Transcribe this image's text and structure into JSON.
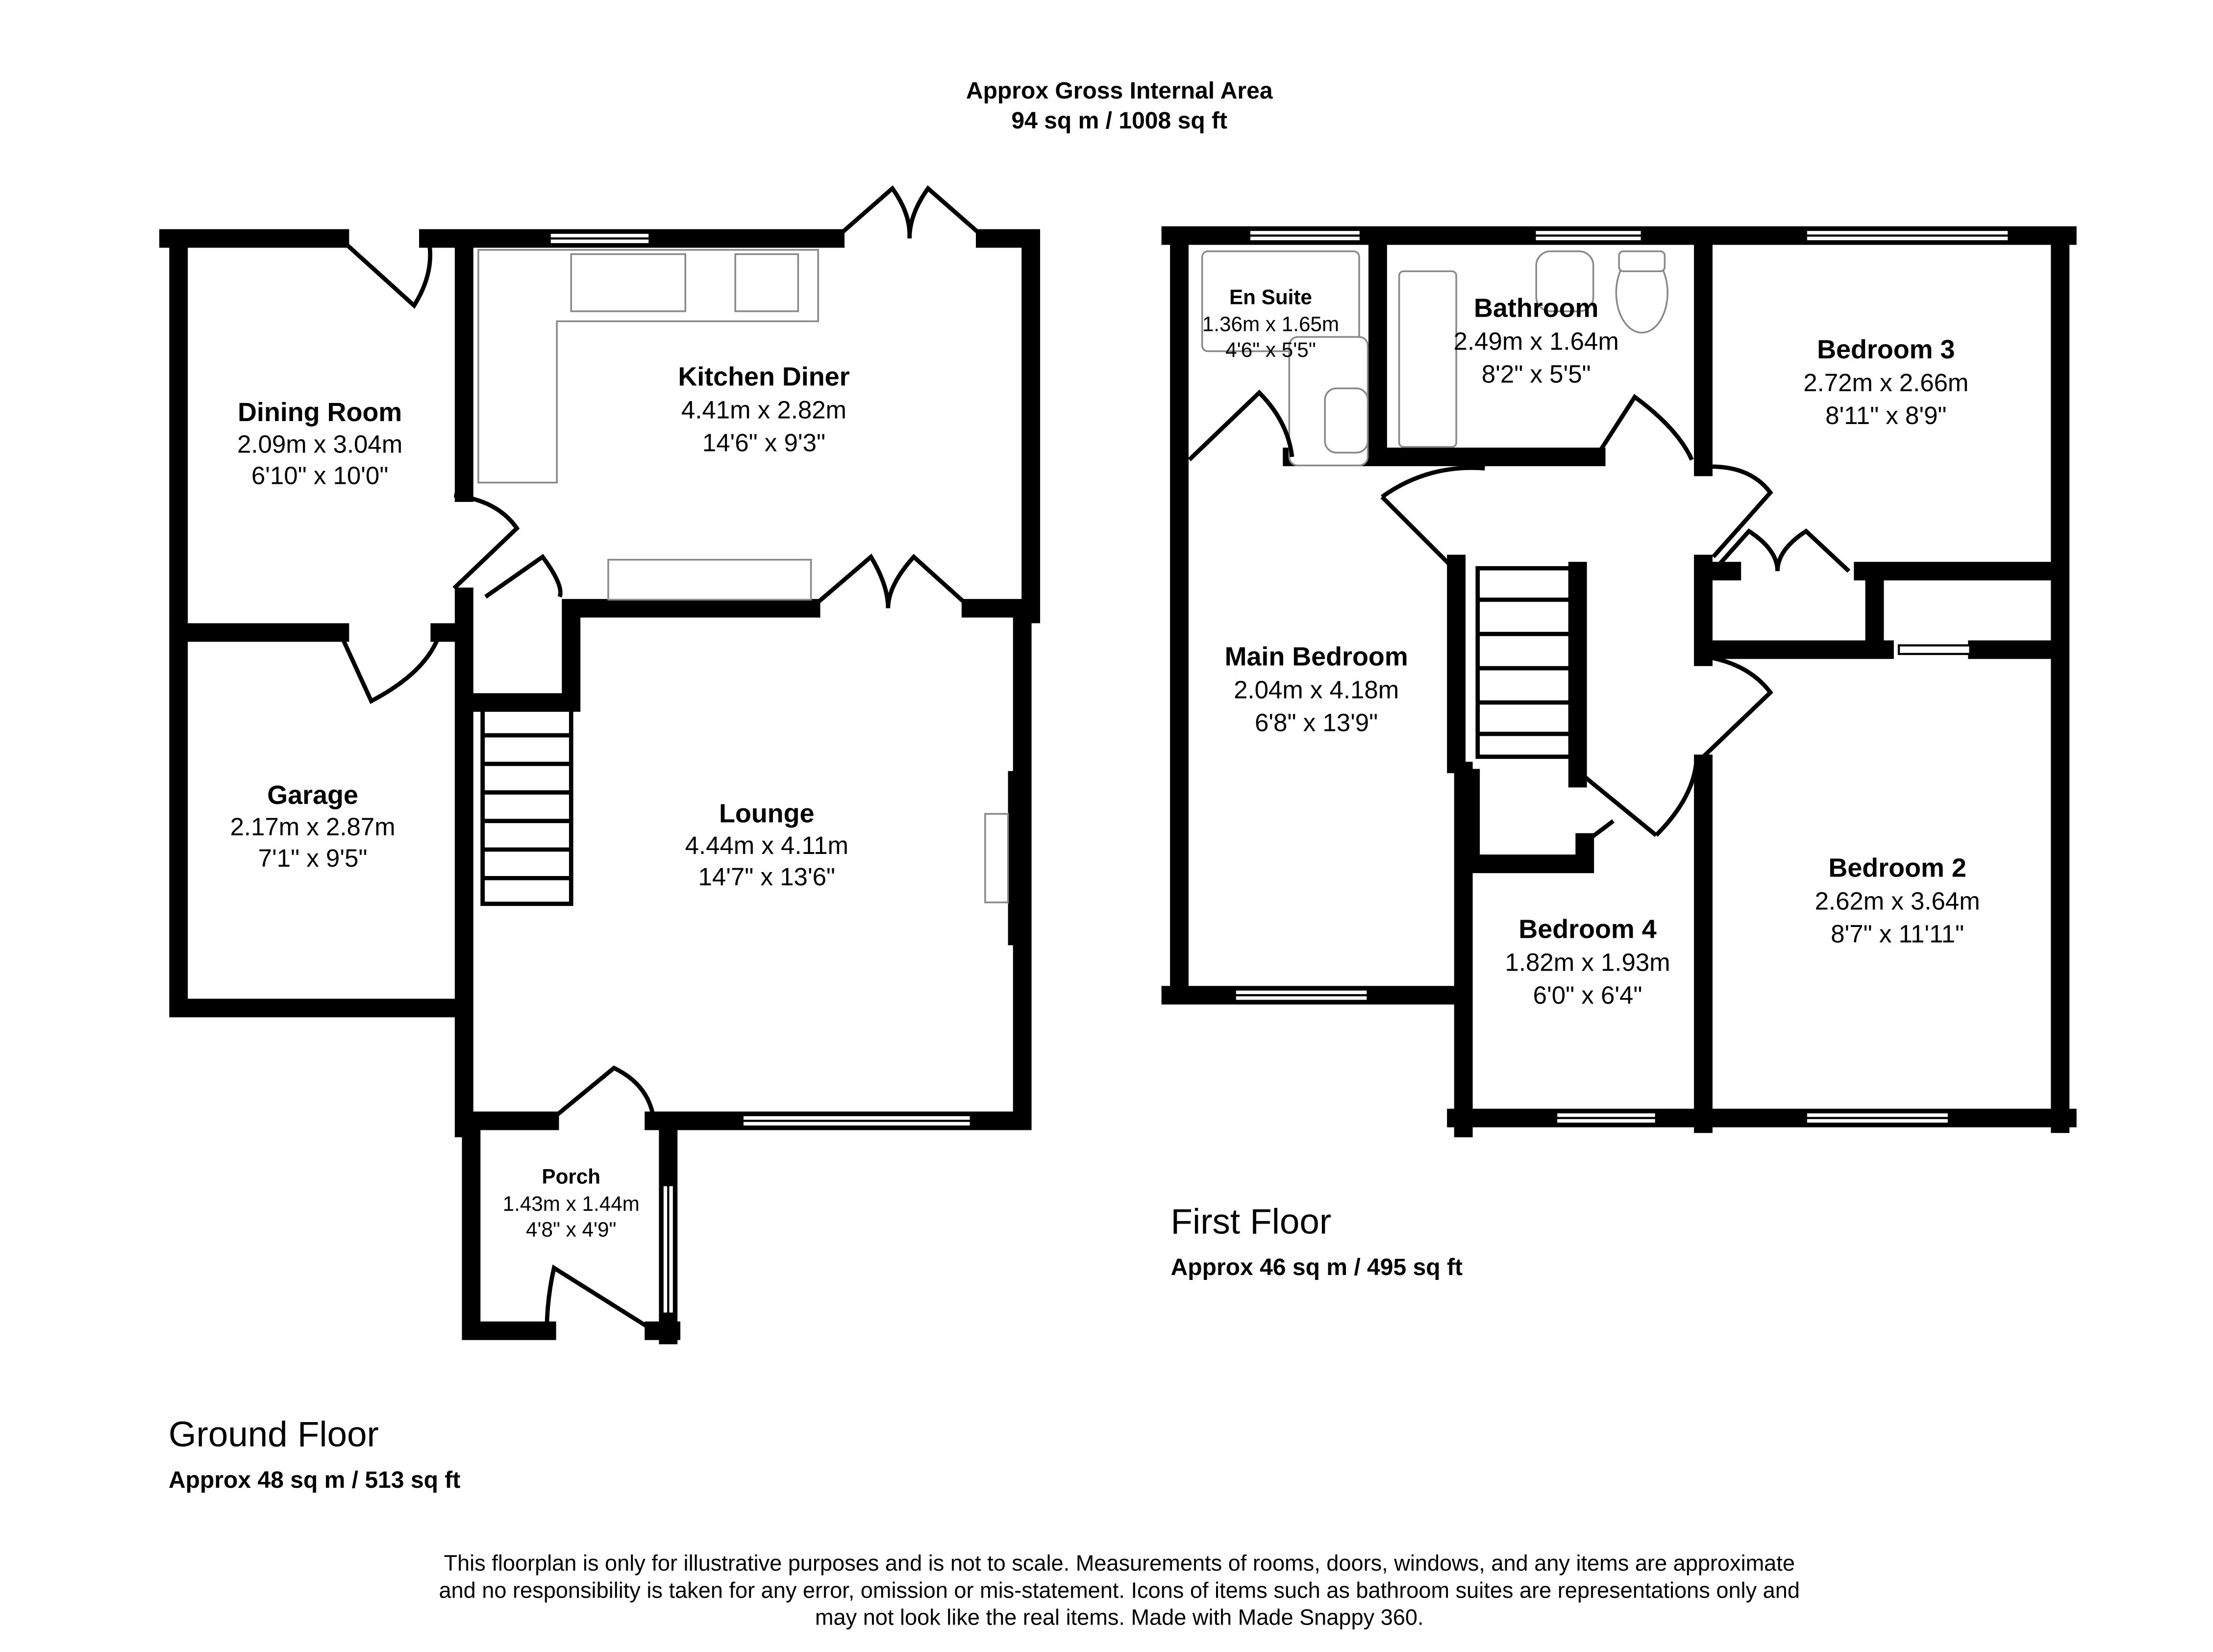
{
  "header": {
    "title": "Approx Gross Internal Area",
    "area": "94 sq m / 1008 sq ft"
  },
  "ground_floor": {
    "label": "Ground Floor",
    "area": "Approx 48 sq m / 513 sq ft",
    "rooms": [
      {
        "name": "Dining Room",
        "metric": "2.09m x 3.04m",
        "imperial": "6'10\" x 10'0\""
      },
      {
        "name": "Kitchen Diner",
        "metric": "4.41m x 2.82m",
        "imperial": "14'6\" x 9'3\""
      },
      {
        "name": "Garage",
        "metric": "2.17m x 2.87m",
        "imperial": "7'1\" x 9'5\""
      },
      {
        "name": "Lounge",
        "metric": "4.44m x 4.11m",
        "imperial": "14'7\" x 13'6\""
      },
      {
        "name": "Porch",
        "metric": "1.43m x 1.44m",
        "imperial": "4'8\" x 4'9\""
      }
    ]
  },
  "first_floor": {
    "label": "First Floor",
    "area": "Approx 46 sq m / 495 sq ft",
    "rooms": [
      {
        "name": "En Suite",
        "metric": "1.36m x 1.65m",
        "imperial": "4'6\" x 5'5\""
      },
      {
        "name": "Bathroom",
        "metric": "2.49m x 1.64m",
        "imperial": "8'2\" x 5'5\""
      },
      {
        "name": "Bedroom 3",
        "metric": "2.72m x 2.66m",
        "imperial": "8'11\" x 8'9\""
      },
      {
        "name": "Main Bedroom",
        "metric": "2.04m x 4.18m",
        "imperial": "6'8\" x 13'9\""
      },
      {
        "name": "Bedroom 2",
        "metric": "2.62m x 3.64m",
        "imperial": "8'7\" x 11'11\""
      },
      {
        "name": "Bedroom 4",
        "metric": "1.82m x 1.93m",
        "imperial": "6'0\" x 6'4\""
      }
    ]
  },
  "disclaimer": [
    "This floorplan is only for illustrative purposes and is not to scale. Measurements of rooms, doors, windows, and any items are approximate",
    "and no responsibility is taken for any error, omission or mis-statement. Icons of items such as bathroom suites are representations only and",
    "may not look like the real items. Made with Made Snappy 360."
  ]
}
